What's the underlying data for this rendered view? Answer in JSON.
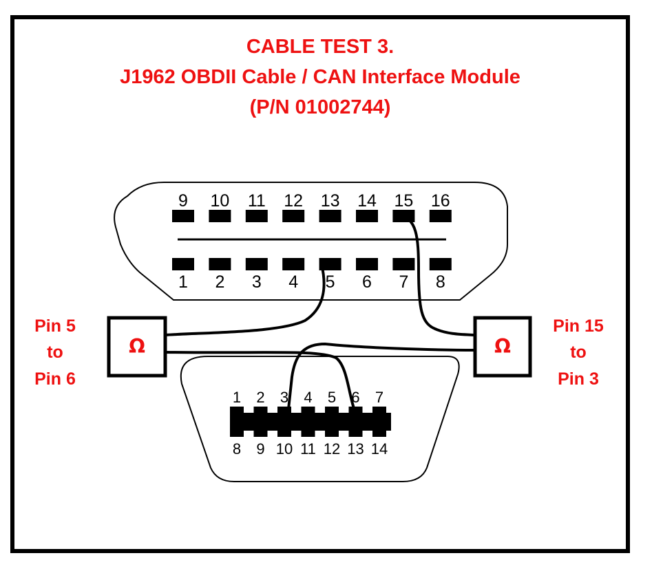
{
  "colors": {
    "accent": "#ee1111",
    "ink": "#000000",
    "background": "#ffffff"
  },
  "title": {
    "line1": "CABLE TEST 3.",
    "line2": "J1962 OBDII Cable / CAN Interface Module",
    "line3": "(P/N 01002744)"
  },
  "obd_connector": {
    "top_pins": [
      "9",
      "10",
      "11",
      "12",
      "13",
      "14",
      "15",
      "16"
    ],
    "bottom_pins": [
      "1",
      "2",
      "3",
      "4",
      "5",
      "6",
      "7",
      "8"
    ]
  },
  "db_connector": {
    "top_pins": [
      "1",
      "2",
      "3",
      "4",
      "5",
      "6",
      "7"
    ],
    "bottom_pins": [
      "8",
      "9",
      "10",
      "11",
      "12",
      "13",
      "14"
    ]
  },
  "meters": {
    "left": {
      "symbol": "Ω",
      "label_line1": "Pin 5",
      "label_line2": "to",
      "label_line3": "Pin 6"
    },
    "right": {
      "symbol": "Ω",
      "label_line1": "Pin 15",
      "label_line2": "to",
      "label_line3": "Pin 3"
    }
  },
  "icons": {
    "meter": "ohmmeter-icon"
  }
}
